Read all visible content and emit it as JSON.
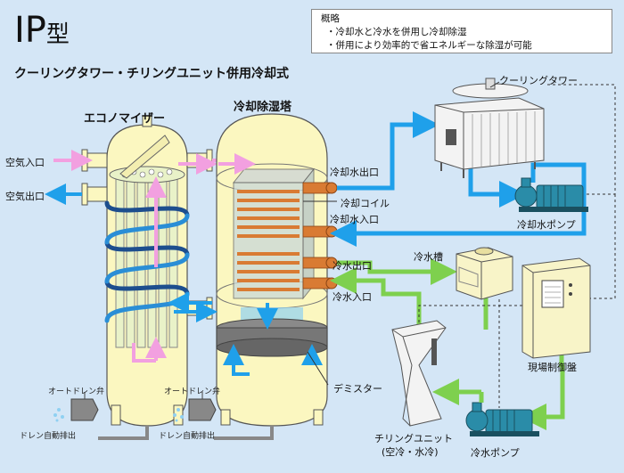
{
  "title": {
    "main": "IP",
    "suffix": "型"
  },
  "subtitle": "クーリングタワー・チリングユニット併用冷却式",
  "summary": {
    "heading": "概略",
    "lines": [
      "・冷却水と冷水を併用し冷却除湿",
      "・併用により効率的で省エネルギーな除湿が可能"
    ]
  },
  "labels": {
    "economizer": "エコノマイザー",
    "cooling_tower_dehumid": "冷却除湿塔",
    "cooling_tower": "クーリングタワー",
    "air_in": "空気入口",
    "air_out": "空気出口",
    "cooling_water_out": "冷却水出口",
    "cooling_coil": "冷却コイル",
    "cooling_water_in": "冷却水入口",
    "chilled_water_out": "冷水出口",
    "chilled_water_in": "冷水入口",
    "cooling_water_pump": "冷却水ポンプ",
    "chilled_water_tank": "冷水槽",
    "site_control_panel": "現場制御盤",
    "demister": "デミスター",
    "chilling_unit": "チリングユニット",
    "chilling_unit_sub": "(空冷・水冷)",
    "chilled_water_pump": "冷水ポンプ",
    "auto_drain_valve_1": "オートドレン弁",
    "auto_drain_valve_2": "オートドレン弁",
    "auto_drain_1": "ドレン自動排出",
    "auto_drain_2": "ドレン自動排出"
  },
  "colors": {
    "background": "#d4e6f6",
    "vessel": "#fbf7c0",
    "air_flow": "#f2a0e0",
    "cooling_water": "#1fa0ea",
    "chilled_water": "#7ed04e",
    "helix": "#1d4e8e",
    "coil": "#d97b33"
  }
}
